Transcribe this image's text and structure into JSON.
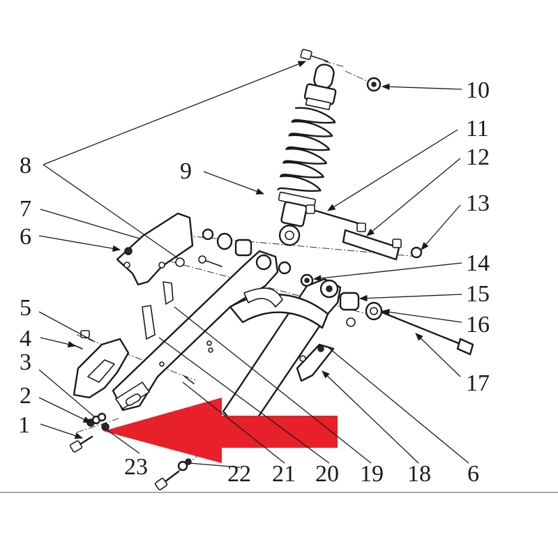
{
  "diagram": {
    "callouts": [
      "1",
      "2",
      "3",
      "4",
      "5",
      "6",
      "7",
      "8",
      "9",
      "10",
      "11",
      "12",
      "13",
      "14",
      "15",
      "16",
      "17",
      "18",
      "6",
      "19",
      "20",
      "21",
      "22",
      "23"
    ]
  },
  "colors": {
    "arrow": "#e8202a",
    "ink": "#1a1a1a"
  }
}
